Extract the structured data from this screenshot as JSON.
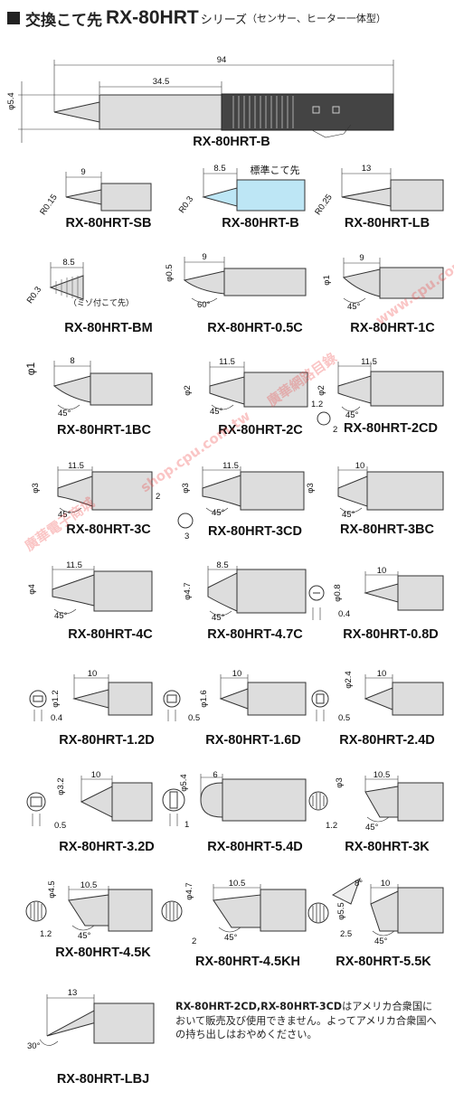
{
  "header": {
    "title": "交換こて先",
    "model": "RX-80HRT",
    "suffix": "シリーズ",
    "paren": "（センサー、ヒーター一体型）"
  },
  "main": {
    "name": "RX-80HRT-B",
    "d_len": "94",
    "d_shank": "34.5",
    "d_dia": "φ5.4"
  },
  "tips": [
    {
      "name": "RX-80HRT-SB",
      "d": [
        "9",
        "R0.15"
      ]
    },
    {
      "name": "RX-80HRT-B",
      "d": [
        "8.5",
        "R0.3"
      ],
      "note": "標準こて先"
    },
    {
      "name": "RX-80HRT-LB",
      "d": [
        "13",
        "R0.25"
      ]
    },
    {
      "name": "RX-80HRT-BM",
      "d": [
        "8.5",
        "R0.3"
      ],
      "note": "（ミゾ付こて先）"
    },
    {
      "name": "RX-80HRT-0.5C",
      "d": [
        "9",
        "φ0.5",
        "60°"
      ]
    },
    {
      "name": "RX-80HRT-1C",
      "d": [
        "9",
        "φ1",
        "45°"
      ]
    },
    {
      "name": "RX-80HRT-1BC",
      "d": [
        "8",
        "φ1",
        "45°"
      ]
    },
    {
      "name": "RX-80HRT-2C",
      "d": [
        "11.5",
        "φ2",
        "45°"
      ]
    },
    {
      "name": "RX-80HRT-2CD",
      "d": [
        "11.5",
        "φ2",
        "1.2",
        "2",
        "45°"
      ]
    },
    {
      "name": "RX-80HRT-3C",
      "d": [
        "11.5",
        "φ3",
        "45°"
      ]
    },
    {
      "name": "RX-80HRT-3CD",
      "d": [
        "11.5",
        "φ3",
        "2",
        "3",
        "45°"
      ]
    },
    {
      "name": "RX-80HRT-3BC",
      "d": [
        "10",
        "φ3",
        "45°"
      ]
    },
    {
      "name": "RX-80HRT-4C",
      "d": [
        "11.5",
        "φ4",
        "45°"
      ]
    },
    {
      "name": "RX-80HRT-4.7C",
      "d": [
        "8.5",
        "φ4.7",
        "45°"
      ]
    },
    {
      "name": "RX-80HRT-0.8D",
      "d": [
        "10",
        "φ0.8",
        "0.4"
      ]
    },
    {
      "name": "RX-80HRT-1.2D",
      "d": [
        "10",
        "φ1.2",
        "0.4"
      ]
    },
    {
      "name": "RX-80HRT-1.6D",
      "d": [
        "10",
        "φ1.6",
        "0.5"
      ]
    },
    {
      "name": "RX-80HRT-2.4D",
      "d": [
        "10",
        "φ2.4",
        "0.5"
      ]
    },
    {
      "name": "RX-80HRT-3.2D",
      "d": [
        "10",
        "φ3.2",
        "0.5"
      ]
    },
    {
      "name": "RX-80HRT-5.4D",
      "d": [
        "6",
        "φ5.4",
        "1"
      ]
    },
    {
      "name": "RX-80HRT-3K",
      "d": [
        "10.5",
        "φ3",
        "1.2",
        "45°"
      ]
    },
    {
      "name": "RX-80HRT-4.5K",
      "d": [
        "10.5",
        "φ4.5",
        "1.2",
        "45°"
      ]
    },
    {
      "name": "RX-80HRT-4.5KH",
      "d": [
        "10.5",
        "φ4.7",
        "2",
        "45°"
      ]
    },
    {
      "name": "RX-80HRT-5.5K",
      "d": [
        "10",
        "φ5.5",
        "2.5",
        "45°",
        "8°"
      ]
    },
    {
      "name": "RX-80HRT-LBJ",
      "d": [
        "13",
        "30°"
      ]
    }
  ],
  "footnote": {
    "models": "RX-80HRT-2CD,RX-80HRT-3CD",
    "text": "はアメリカ合衆国において販売及び使用できません。よってアメリカ合衆国への持ち出しはおやめください。"
  },
  "watermark": {
    "w1": "廣華電子商城",
    "w2": "shop.cpu.com.tw",
    "w3": "廣華網路目錄",
    "w4": "www.cpu.com.tw"
  },
  "colors": {
    "highlight": "#bde6f5",
    "watermark": "#e33"
  }
}
